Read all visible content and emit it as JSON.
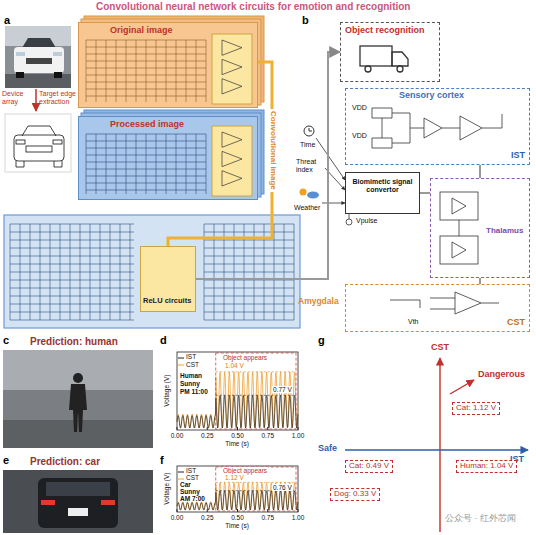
{
  "diagram": {
    "title": "Convolutional neural network circuits for emotion and recognition",
    "nodes": [
      {
        "text": [
          "Original image"
        ]
      },
      {
        "text": [
          "Processed image"
        ]
      },
      {
        "text": [
          "ReLU circuits"
        ]
      },
      {
        "text": [
          "Object recognition"
        ]
      },
      {
        "text": [
          "Sensory cortex",
          "IST"
        ]
      },
      {
        "text": [
          "Biomimetic signal convertor"
        ]
      },
      {
        "text": [
          "Thalamus"
        ]
      },
      {
        "text": [
          "Amygdala",
          "CST"
        ]
      }
    ],
    "edges": [
      {
        "from": 0,
        "to": 2,
        "label": "Convolutional image",
        "arrow": "none"
      },
      {
        "from": 2,
        "to": 3,
        "arrow": "to"
      },
      {
        "from": 4,
        "to": 6,
        "arrow": "none"
      },
      {
        "from": 5,
        "to": 6,
        "arrow": "none"
      },
      {
        "from": 6,
        "to": 7,
        "arrow": "none"
      }
    ],
    "labels": [
      "a",
      "Device array",
      "Target edge extraction",
      "b",
      "VDD",
      "VDD",
      "Time",
      "Threat index",
      "Weather",
      "Vpulse",
      "Vth",
      "c",
      "Prediction: human",
      "d",
      "IST",
      "CST",
      "Human",
      "Sunny",
      "PM 11:00",
      "Object appears",
      "1.04 V",
      "0.77 V",
      "Voltage (V)",
      "0.00",
      "0.25",
      "0.50",
      "0.75",
      "1.00",
      "Time (s)",
      "e",
      "Prediction: car",
      "f",
      "IST",
      "CST",
      "Car",
      "Sunny",
      "AM 7:00",
      "Object appears",
      "1.12 V",
      "0.76 V",
      "Voltage (V)",
      "0.00",
      "0.25",
      "0.50",
      "0.75",
      "1.00",
      "Time (s)",
      "g",
      "CST",
      "IST",
      "Safe",
      "Dangerous",
      "Cat: 1.12 V",
      "Human: 1.04 V",
      "Cat: 0.49 V",
      "Dog: 0.33 V",
      "公众号 · 红外芯闻"
    ]
  }
}
